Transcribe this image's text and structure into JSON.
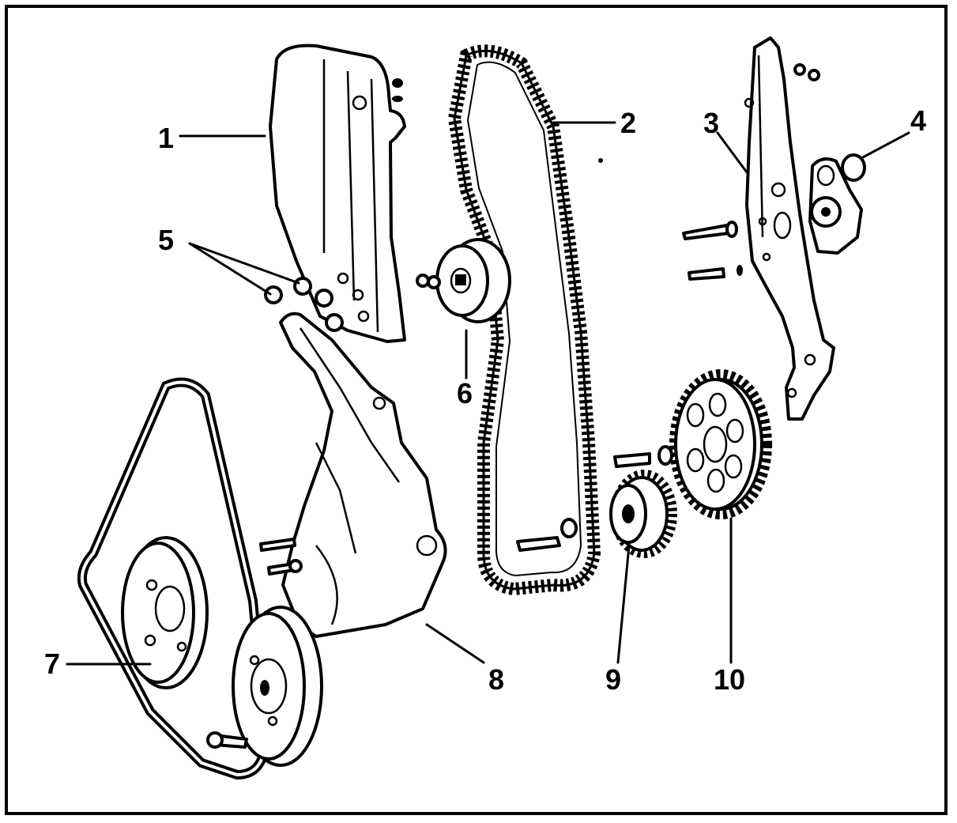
{
  "callouts": {
    "c1": "1",
    "c2": "2",
    "c3": "3",
    "c4": "4",
    "c5": "5",
    "c6": "6",
    "c7": "7",
    "c8": "8",
    "c9": "9",
    "c10": "10"
  },
  "colors": {
    "ink": "#000000",
    "paper": "#ffffff"
  }
}
